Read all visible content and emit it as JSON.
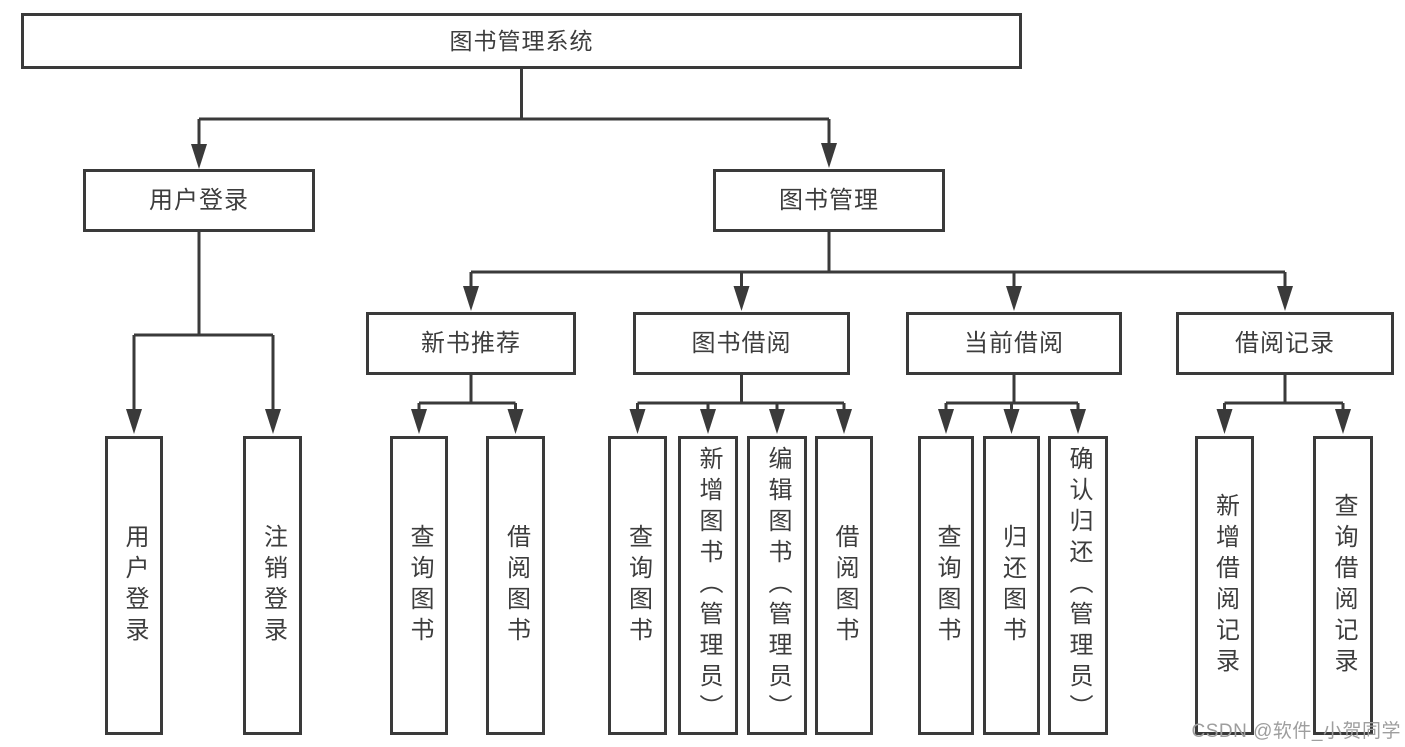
{
  "diagram": {
    "root": {
      "label": "图书管理系统"
    },
    "level2": [
      {
        "label": "用户登录"
      },
      {
        "label": "图书管理"
      }
    ],
    "level3": [
      {
        "label": "新书推荐"
      },
      {
        "label": "图书借阅"
      },
      {
        "label": "当前借阅"
      },
      {
        "label": "借阅记录"
      }
    ],
    "level4": [
      {
        "label": "用户登录"
      },
      {
        "label": "注销登录"
      },
      {
        "label": "查询图书"
      },
      {
        "label": "借阅图书"
      },
      {
        "label": "查询图书"
      },
      {
        "label": "新增图书（管理员）"
      },
      {
        "label": "编辑图书（管理员）"
      },
      {
        "label": "借阅图书"
      },
      {
        "label": "查询图书"
      },
      {
        "label": "归还图书"
      },
      {
        "label": "确认归还（管理员）"
      },
      {
        "label": "新增借阅记录"
      },
      {
        "label": "查询借阅记录"
      }
    ]
  },
  "watermark": {
    "text": "CSDN @软件_小贺同学"
  },
  "colors": {
    "line": "#3a3a3a",
    "text": "#3d3d3d",
    "watermark": "#9e9e9e",
    "background": "#ffffff"
  }
}
